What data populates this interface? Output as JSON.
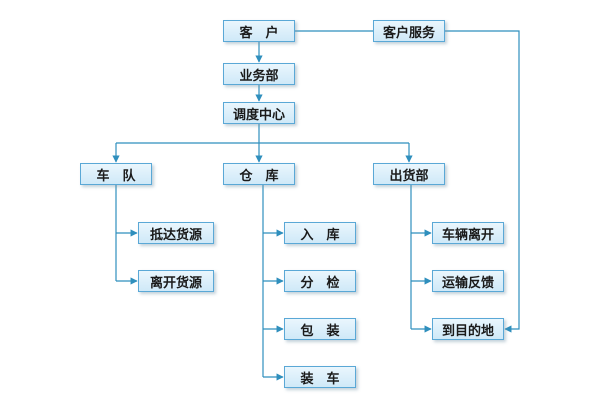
{
  "nodes": {
    "customer": "客　户",
    "customer_service": "客户服务",
    "business_dept": "业务部",
    "dispatch_center": "调度中心",
    "fleet": "车　队",
    "warehouse": "仓　库",
    "shipping_dept": "出货部",
    "arrive_source": "抵达货源",
    "leave_source": "离开货源",
    "warehouse_in": "入　库",
    "sorting": "分　检",
    "packing": "包　装",
    "loading": "装　车",
    "vehicle_leave": "车辆离开",
    "transport_feedback": "运输反馈",
    "destination": "到目的地"
  },
  "colors": {
    "line": "#2f8fbd",
    "box_border": "#5aa8d6",
    "box_fill_top": "#eaf6fd",
    "box_fill_bottom": "#cfe9f8"
  }
}
